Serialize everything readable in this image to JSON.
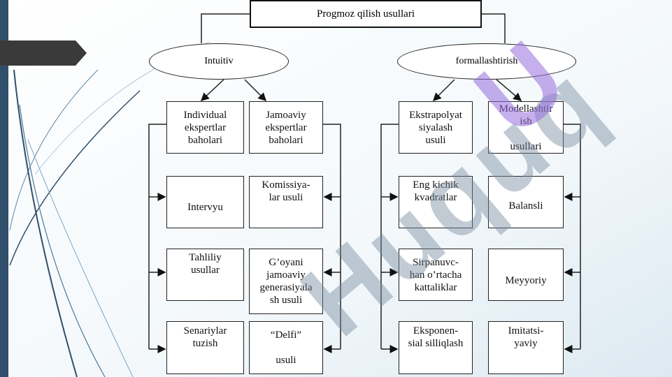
{
  "diagram": {
    "root": "Progmoz qilish usullari",
    "branches": [
      {
        "label": "Intuitiv",
        "columns": [
          [
            "Individual\nekspertlar\nbaholari",
            "Intervyu",
            "Tahliliy\nusullar",
            "Senariylar\ntuzish"
          ],
          [
            "Jamoaviy\nekspertlar\nbaholari",
            "Komissiya-\nlar usuli",
            "G’oyani\njamoaviy\ngenerasiyala\nsh usuli",
            "“Delfi”\n\nusuli"
          ]
        ]
      },
      {
        "label": "formallashtirish",
        "columns": [
          [
            "Ekstrapolyat\nsiyalash\nusuli",
            "Eng kichik\nkvadratlar",
            "Sirpanuvc-\nhan o’rtacha\nkattaliklar",
            "Eksponen-\nsial silliqlash"
          ],
          [
            "Modellashtir\nish\n\nusullari",
            "Balansli",
            "Meyyoriy",
            "Imitatsi-\nyaviy"
          ]
        ]
      }
    ]
  },
  "watermark": "Huquq",
  "watermark_accent": "U",
  "colors": {
    "accent_dark": "#3a3a3a",
    "sidebar": "#2f4f6b",
    "watermark": "#9a6ae0"
  }
}
